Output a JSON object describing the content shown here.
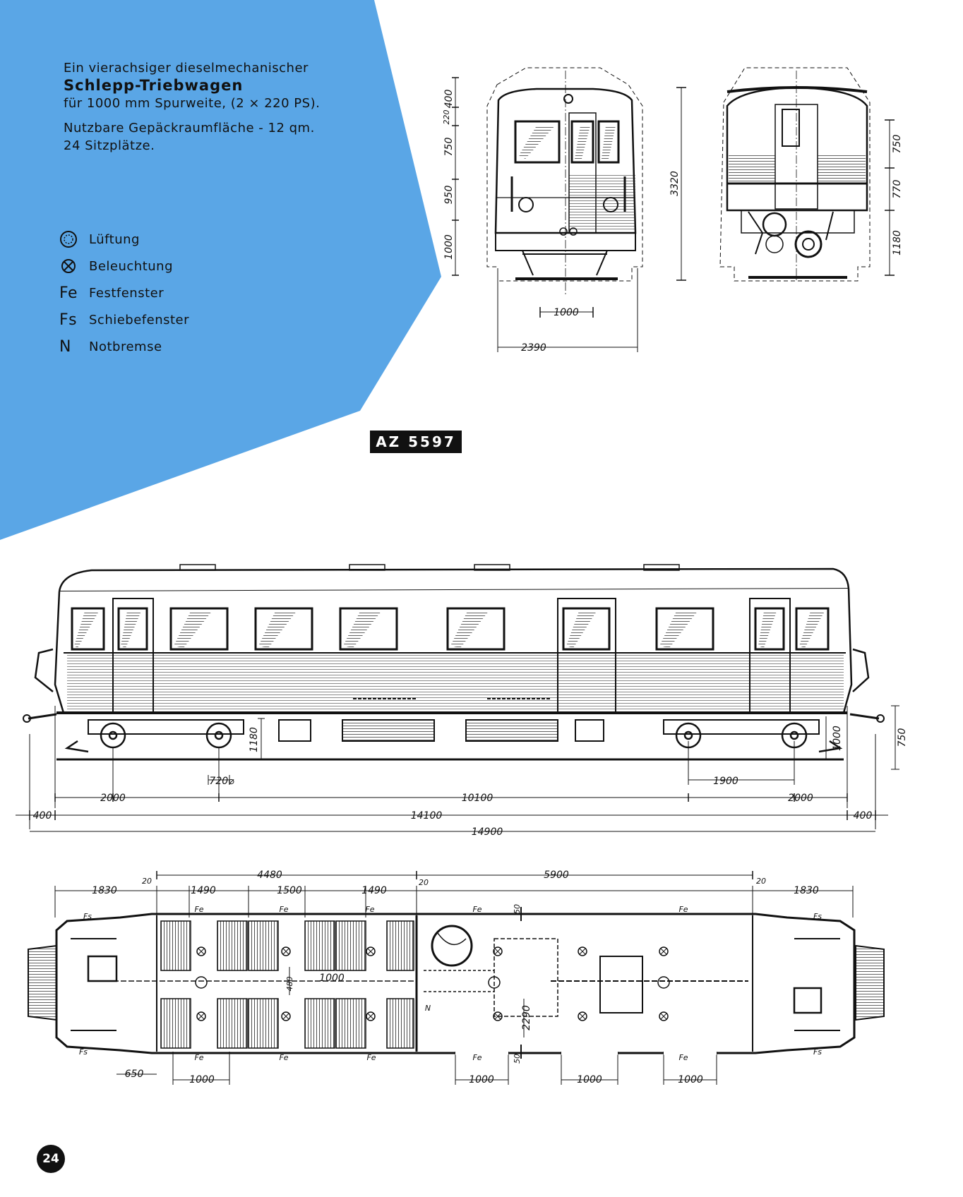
{
  "intro": {
    "line1": "Ein vierachsiger dieselmechanischer",
    "title": "Schlepp-Triebwagen",
    "line3": "für 1000 mm Spurweite, (2 × 220 PS).",
    "line4": "Nutzbare Gepäckraumfläche - 12 qm.",
    "line5": "24 Sitzplätze."
  },
  "legend": [
    {
      "symbol": "",
      "icon": "ventilation-icon",
      "label": "Lüftung"
    },
    {
      "symbol": "",
      "icon": "lighting-icon",
      "label": "Beleuchtung"
    },
    {
      "symbol": "Fe",
      "label": "Festfenster"
    },
    {
      "symbol": "Fs",
      "label": "Schiebefenster"
    },
    {
      "symbol": "N",
      "label": "Notbremse"
    }
  ],
  "badge": "AZ 5597",
  "page_number": "24",
  "colors": {
    "blue": "#5aa6e6",
    "ink": "#111111"
  },
  "front_view": {
    "heights": [
      "400",
      "220",
      "750",
      "950",
      "1000"
    ],
    "total_height": "3320",
    "gauge": "1000",
    "width": "2390"
  },
  "section_view": {
    "heights": [
      "750",
      "770",
      "1180"
    ]
  },
  "side_view": {
    "floor_height": "1180",
    "wheel_dia": "720⌀",
    "bogie_wheelbase": "1900",
    "bogie_dist_left": "2000",
    "bogie_centers": "10100",
    "bogie_dist_right": "2000",
    "overhang_left": "400",
    "length_body": "14100",
    "overhang_right": "400",
    "length_total": "14900",
    "height_right": "1000",
    "coupler_height": "750"
  },
  "plan_view": {
    "top_dims": [
      "1830",
      "20",
      "1490",
      "1500",
      "1490",
      "20",
      "20",
      "1830"
    ],
    "dim_4480": "4480",
    "dim_5900": "5900",
    "dim_50_top": "50",
    "dim_50_bottom": "50",
    "dim_480": "480",
    "dim_1000_center": "1000",
    "dim_2290": "2290",
    "bottom_dims": [
      "650",
      "1000",
      "1000",
      "1000",
      "1000"
    ],
    "fe_label": "Fe",
    "fs_label": "Fs",
    "n_label": "N"
  }
}
